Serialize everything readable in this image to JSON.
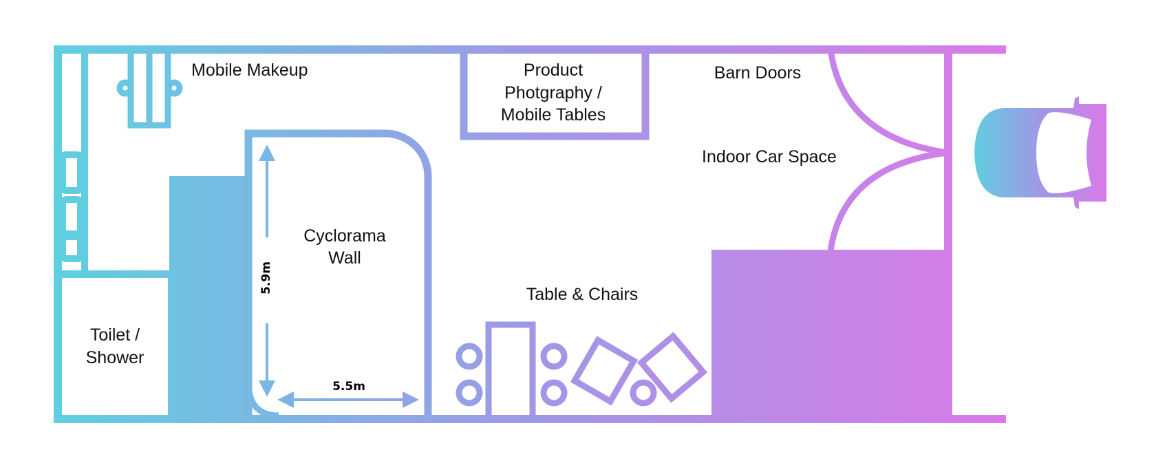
{
  "colors": {
    "gradient_start": "#5ed0e0",
    "gradient_mid": "#9f98e6",
    "gradient_end": "#d97ae8",
    "background": "#ffffff",
    "text": "#111111"
  },
  "labels": {
    "mobile_makeup": "Mobile Makeup",
    "product_line1": "Product",
    "product_line2": "Photgraphy /",
    "product_line3": "Mobile Tables",
    "barn_doors": "Barn Doors",
    "indoor_car_space": "Indoor Car Space",
    "cyclorama_line1": "Cyclorama",
    "cyclorama_line2": "Wall",
    "table_chairs": "Table & Chairs",
    "toilet_line1": "Toilet /",
    "toilet_line2": "Shower"
  },
  "dimensions": {
    "cyclorama_height": "5.9m",
    "cyclorama_width": "5.5m"
  },
  "icons": [
    "car-icon",
    "chair-icon",
    "table-icon",
    "arrow-icon"
  ]
}
